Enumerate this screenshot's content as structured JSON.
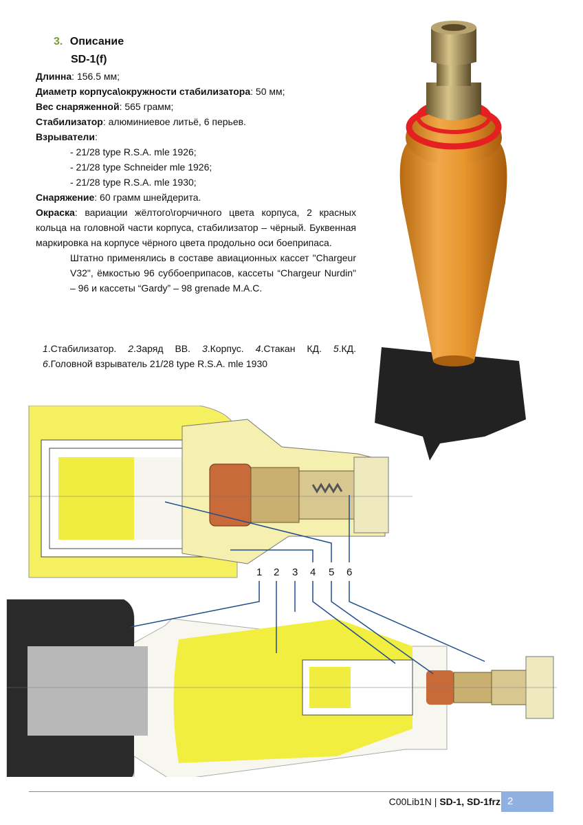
{
  "heading": {
    "number": "3.",
    "title": "Описание",
    "subtitle": "SD-1(f)"
  },
  "specs": [
    {
      "label": "Длинна",
      "value": ":  156.5 мм;"
    },
    {
      "label": "Диаметр корпуса\\окружности стабилизатора",
      "value": ": 50 мм;"
    },
    {
      "label": "Вес снаряженной",
      "value": ":  565 грамм;"
    },
    {
      "label": "Стабилизатор",
      "value": ": алюминиевое литьё, 6 перьев."
    },
    {
      "label": "Взрыватели",
      "value": ":"
    }
  ],
  "fuses": [
    "- 21/28 type R.S.A. mle 1926;",
    "- 21/28 type Schneider mle 1926;",
    "- 21/28 type R.S.A. mle 1930;"
  ],
  "filling": {
    "label": "Снаряжение",
    "value": ":  60 грамм шнейдерита."
  },
  "paint": {
    "label": "Окраска",
    "value": ": вариации жёлтого\\горчичного цвета корпуса, 2 красных кольца на головной части корпуса, стабилизатор – чёрный. Буквенная маркировка на корпусе чёрного цвета продольно оси боеприпаса."
  },
  "usage": "Штатно применялись в составе авиационных кассет \"Chargeur V32\", ёмкостью 96 суббоеприпасов, кассеты “Chargeur Nurdin\" – 96 и кассеты “Gardy” – 98 grenade M.A.C.",
  "legend": [
    {
      "n": "1",
      "t": ".Стабилизатор."
    },
    {
      "n": "2",
      "t": ".Заряд ВВ."
    },
    {
      "n": "3",
      "t": ".Корпус."
    },
    {
      "n": "4",
      "t": ".Стакан КД."
    },
    {
      "n": "5",
      "t": ".КД."
    },
    {
      "n": "6",
      "t": ".Головной взрыватель 21/28 type R.S.A. mle 1930"
    }
  ],
  "diagram_labels": [
    "1",
    "2",
    "3",
    "4",
    "5",
    "6"
  ],
  "footer": {
    "author": "C00Lib1N | ",
    "title": "SD-1, SD-1frz",
    "page": "2"
  }
}
